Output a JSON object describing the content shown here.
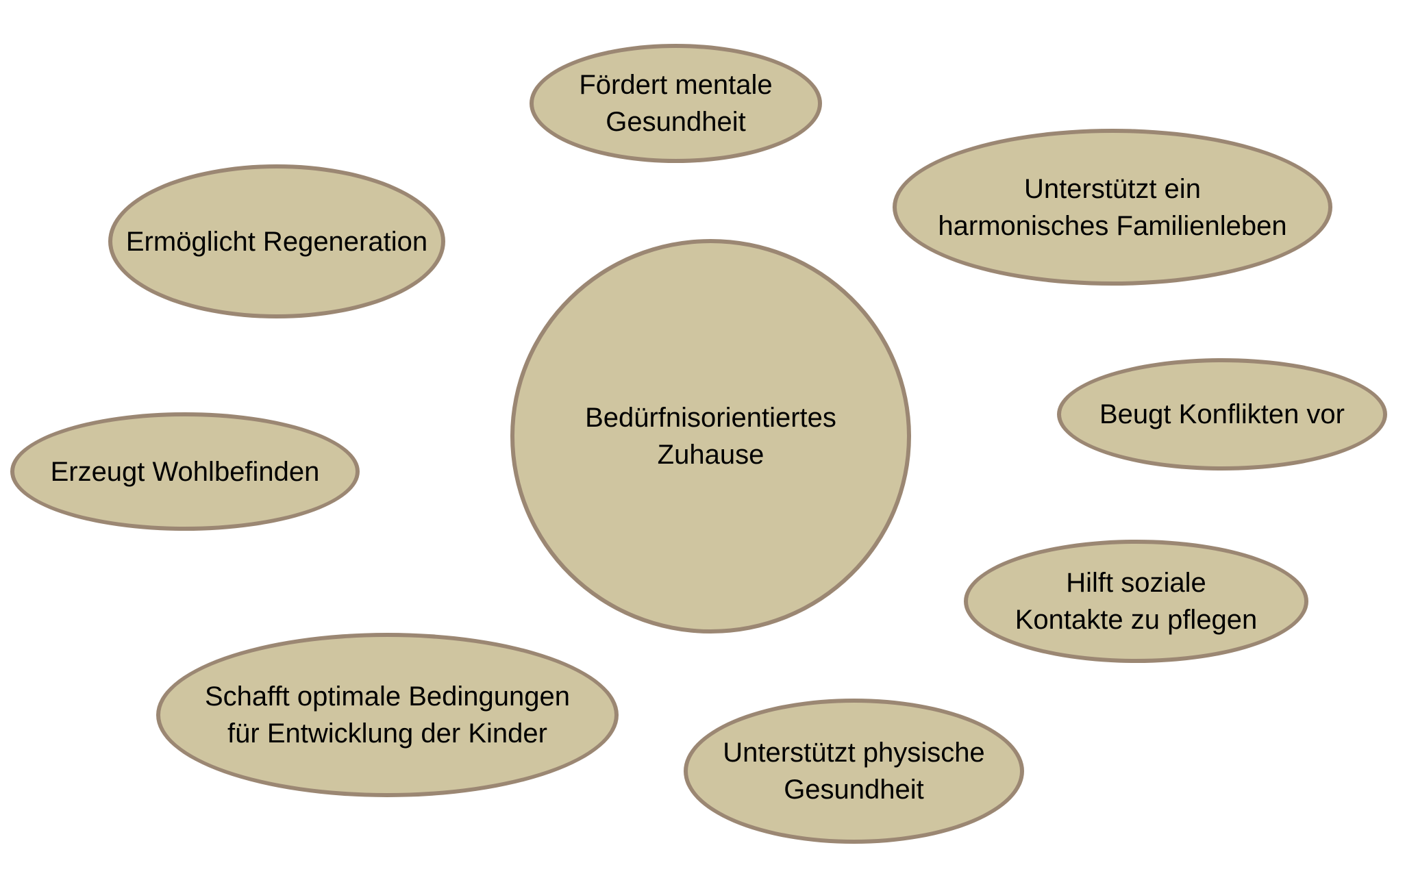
{
  "colors": {
    "node_fill": "#cfc5a0",
    "node_border": "#9b8773",
    "text": "#000000",
    "background": "#ffffff"
  },
  "diagram": {
    "type": "mindmap",
    "center": {
      "label": "Bedürfnisorientiertes\nZuhause"
    },
    "nodes": [
      {
        "label": "Fördert mentale\nGesundheit"
      },
      {
        "label": "Unterstützt ein\nharmonisches Familienleben"
      },
      {
        "label": "Ermöglicht Regeneration"
      },
      {
        "label": "Beugt Konflikten vor"
      },
      {
        "label": "Erzeugt Wohlbefinden"
      },
      {
        "label": "Hilft soziale\nKontakte zu pflegen"
      },
      {
        "label": "Schafft optimale Bedingungen\nfür Entwicklung der Kinder"
      },
      {
        "label": "Unterstützt physische\nGesundheit"
      }
    ]
  }
}
